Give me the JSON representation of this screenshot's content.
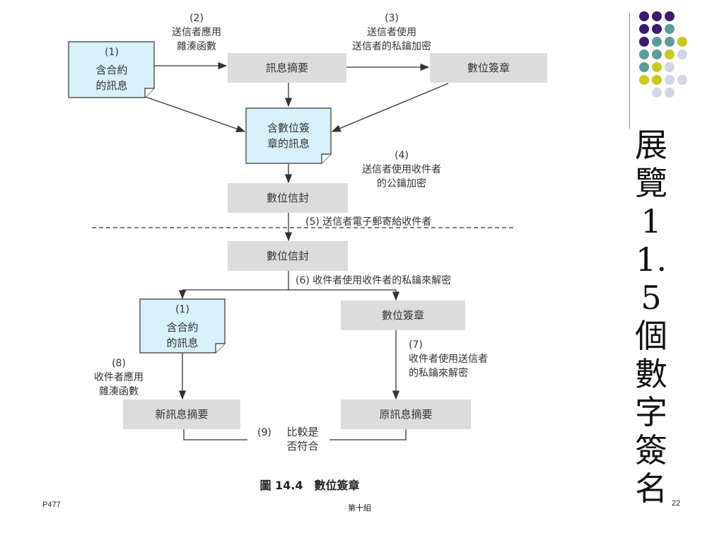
{
  "flow": {
    "step1_num": "(1)",
    "message_l1": "含合約",
    "message_l2": "的訊息",
    "step2_num": "(2)",
    "step2_l1": "送信者應用",
    "step2_l2": "雜湊函數",
    "digest": "訊息摘要",
    "step3_num": "(3)",
    "step3_l1": "送信者使用",
    "step3_l2": "送信者的私鑰加密",
    "signature": "數位簽章",
    "signed_l1": "含數位簽",
    "signed_l2": "章的訊息",
    "step4_num": "(4)",
    "step4_l1": "送信者使用收件者",
    "step4_l2": "的公鑰加密",
    "envelope": "數位信封",
    "step5": "(5)  送信者電子郵寄給收件者",
    "envelope2": "數位信封",
    "step6": "(6)  收件者使用收件者的私鑰來解密",
    "recv_num": "(1)",
    "recv_l1": "含合約",
    "recv_l2": "的訊息",
    "signature2": "數位簽章",
    "step8_num": "(8)",
    "step8_l1": "收件者應用",
    "step8_l2": "雜湊函數",
    "step7_num": "(7)",
    "step7_l1": "收件者使用送信者",
    "step7_l2": "的私鑰來解密",
    "new_digest": "新訊息摘要",
    "orig_digest": "原訊息摘要",
    "step9_num": "(9)",
    "step9_l1": "比較是",
    "step9_l2": "否符合",
    "caption": "圖 14.4　數位簽章"
  },
  "side_title": "展覽11.5個數字簽名",
  "footer": {
    "page_ref": "P477",
    "group": "第十組",
    "slide_num": "22"
  },
  "dots": {
    "purple": "#3d1a6b",
    "teal": "#5f9a9a",
    "lime": "#c8c81e",
    "lavender": "#d4d4e8",
    "grid": [
      [
        "purple",
        "purple",
        "purple",
        ""
      ],
      [
        "purple",
        "purple",
        "teal",
        ""
      ],
      [
        "purple",
        "teal",
        "teal",
        "lime"
      ],
      [
        "teal",
        "teal",
        "lime",
        "lavender"
      ],
      [
        "teal",
        "lime",
        "lavender",
        ""
      ],
      [
        "lime",
        "lime",
        "lavender",
        "lavender"
      ],
      [
        "",
        "lavender",
        "lavender",
        ""
      ]
    ]
  }
}
